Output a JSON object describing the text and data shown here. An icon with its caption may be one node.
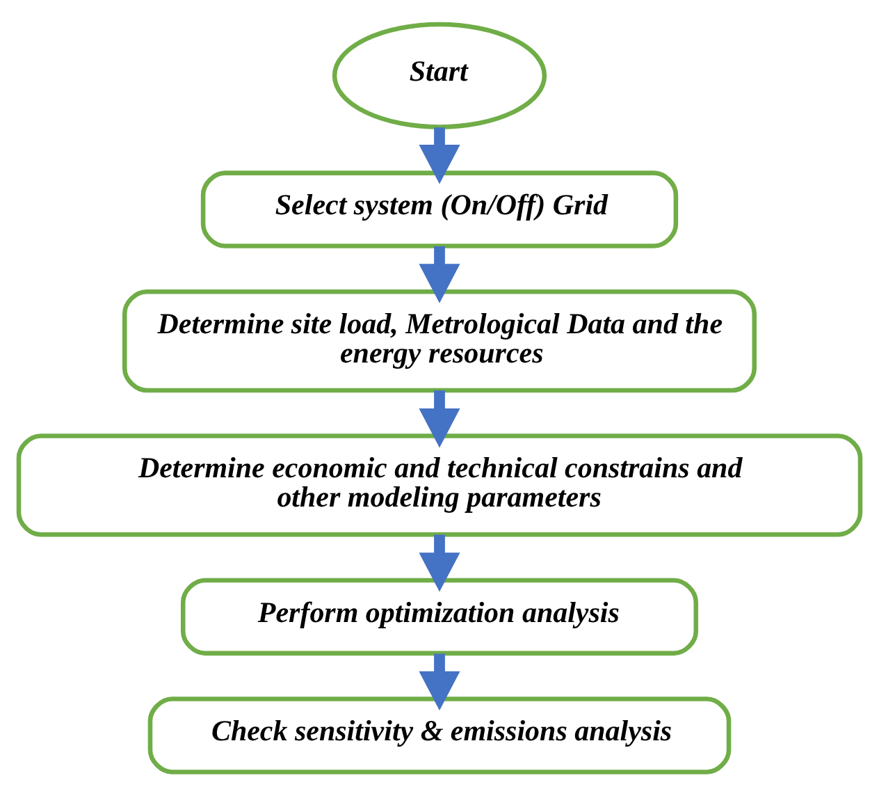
{
  "diagram": {
    "nodes": [
      {
        "text": [
          "Start"
        ]
      },
      {
        "text": [
          "Select system (On/Off) Grid"
        ]
      },
      {
        "text": [
          "Determine site load, Metrological Data and the energy resources"
        ]
      },
      {
        "text": [
          "Determine economic and technical constrains and other modeling parameters"
        ]
      },
      {
        "text": [
          "Perform optimization analysis"
        ]
      },
      {
        "text": [
          "Check sensitivity & emissions analysis"
        ]
      }
    ],
    "edges": [
      {
        "from": 0,
        "to": 1,
        "arrow": "to"
      },
      {
        "from": 1,
        "to": 2,
        "arrow": "to"
      },
      {
        "from": 2,
        "to": 3,
        "arrow": "to"
      },
      {
        "from": 3,
        "to": 4,
        "arrow": "to"
      },
      {
        "from": 4,
        "to": 5,
        "arrow": "to"
      }
    ]
  }
}
